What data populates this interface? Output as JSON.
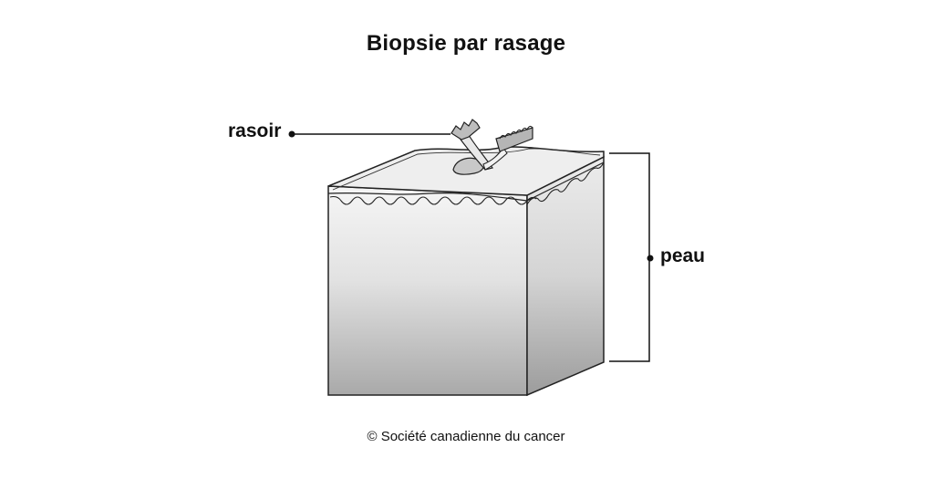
{
  "title": "Biopsie par rasage",
  "labels": {
    "razor": "rasoir",
    "skin": "peau"
  },
  "footer": {
    "copyright_symbol": "©",
    "copyright_text": "Société canadienne du cancer"
  },
  "colors": {
    "outline": "#222222",
    "block_light": "#f4f4f4",
    "block_dark": "#a8a8a8",
    "top_surface": "#ededed",
    "razor_fill": "#bdbdbd"
  }
}
